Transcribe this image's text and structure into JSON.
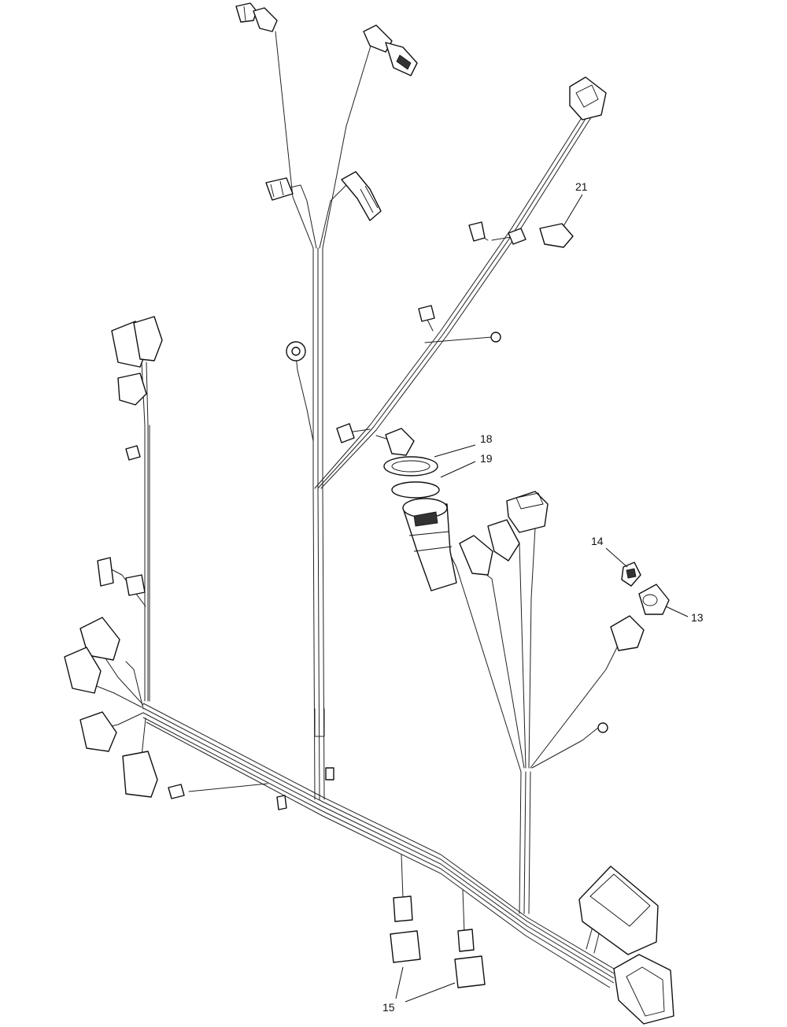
{
  "callouts": [
    {
      "id": "21",
      "label": "21"
    },
    {
      "id": "18",
      "label": "18"
    },
    {
      "id": "19",
      "label": "19"
    },
    {
      "id": "14",
      "label": "14"
    },
    {
      "id": "13",
      "label": "13"
    },
    {
      "id": "15",
      "label": "15"
    }
  ],
  "colors": {
    "line": "#111111",
    "background": "#ffffff"
  }
}
